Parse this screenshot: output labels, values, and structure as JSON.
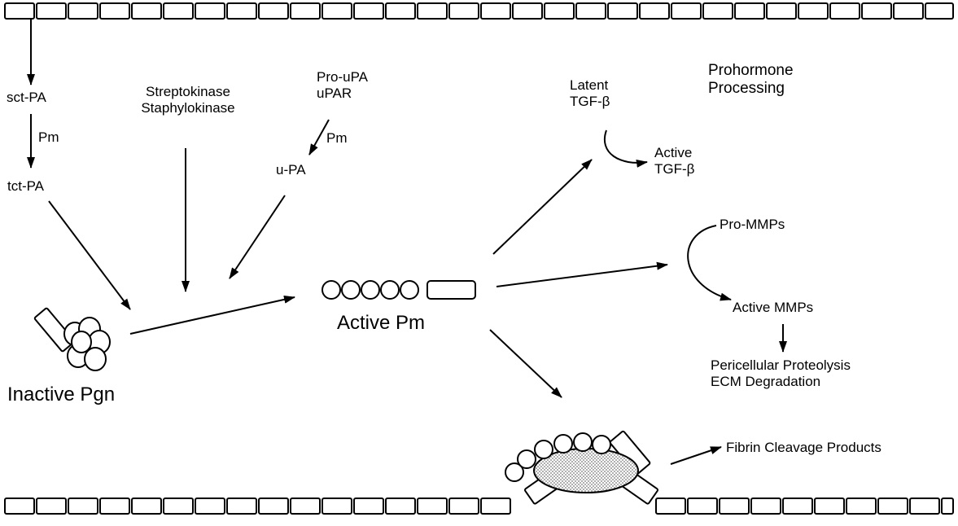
{
  "labels": {
    "sct_pa": "sct-PA",
    "pm_small": "Pm",
    "tct_pa": "tct-PA",
    "activators": [
      "Streptokinase",
      "Staphylokinase"
    ],
    "pro_upa_lines": [
      "Pro-uPA",
      "uPAR"
    ],
    "pm_upa": "Pm",
    "u_pa": "u-PA",
    "inactive_pgn": "Inactive Pgn",
    "active_pm": "Active Pm",
    "latent_tgf": [
      "Latent",
      "TGF-β"
    ],
    "active_tgf": [
      "Active",
      "TGF-β"
    ],
    "prohormone": [
      "Prohormone",
      "Processing"
    ],
    "pro_mmps": "Pro-MMPs",
    "active_mmps": "Active MMPs",
    "proteolysis": [
      "Pericellular Proteolysis",
      "ECM Degradation"
    ],
    "fibrin_products": "Fibrin Cleavage Products"
  },
  "colors": {
    "stroke": "#000000",
    "fill": "#ffffff",
    "fibrin_stipple": "#9a9a9a"
  },
  "icons": {
    "membrane": "rectangle-chain",
    "plasminogen": "folded-kringle-cluster",
    "plasmin": "bead-chain",
    "fibrin": "stippled-ellipse"
  }
}
